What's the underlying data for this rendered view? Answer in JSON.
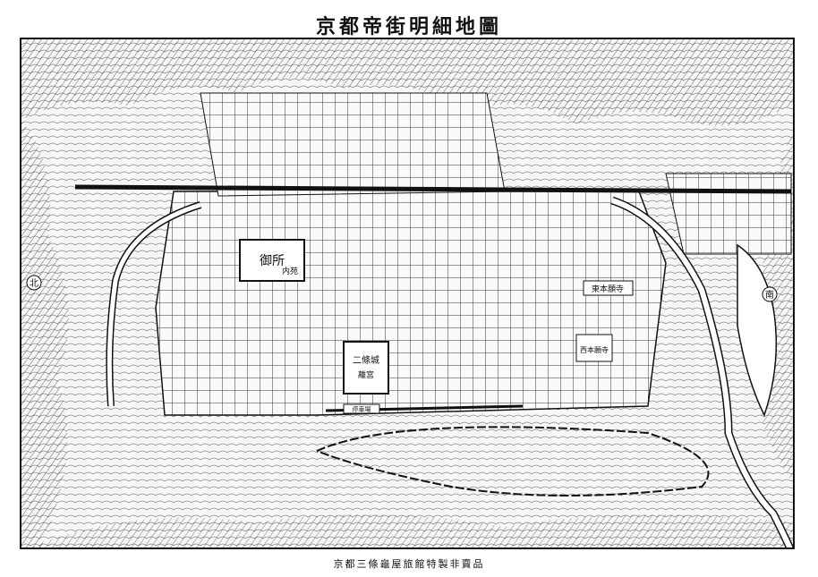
{
  "title": "京都帝街明細地圖",
  "footer": "京都三條龜屋旅館特製非賣品",
  "labels": {
    "palace": "御所",
    "palace_inner": "内苑",
    "nijo_castle": "二條城",
    "nijo_castle_sub": "離宮",
    "north": "北",
    "south": "南",
    "east_honganji": "東本願寺",
    "west_honganji": "西本願寺",
    "station": "停車場"
  },
  "colors": {
    "ink": "#111111",
    "paper": "#f7f7f5",
    "water": "#ffffff"
  }
}
